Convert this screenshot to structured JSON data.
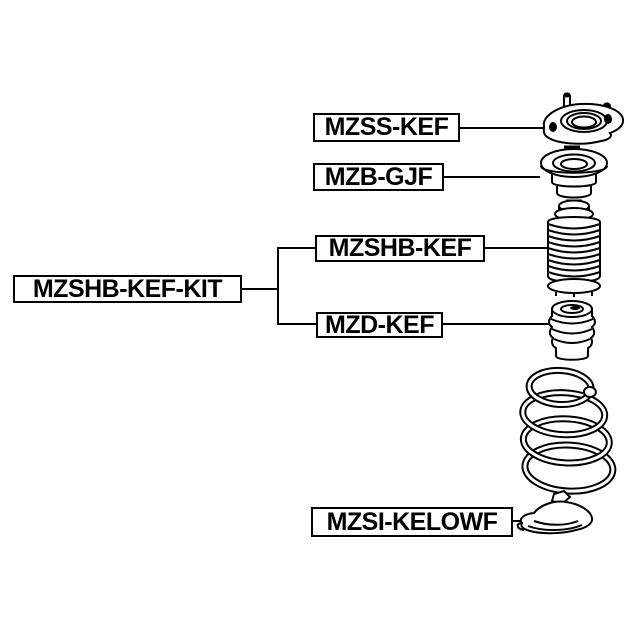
{
  "diagram": {
    "type": "suspension-parts-exploded-diagram",
    "background_color": "#ffffff",
    "line_color": "#000000",
    "text_color": "#000000",
    "kit": {
      "code": "MZSHB-KEF-KIT"
    },
    "callouts": [
      {
        "code": "MZSS-KEF",
        "part": "strut-mount"
      },
      {
        "code": "MZB-GJF",
        "part": "strut-bearing"
      },
      {
        "code": "MZSHB-KEF",
        "part": "shock-absorber-boot"
      },
      {
        "code": "MZD-KEF",
        "part": "bump-stop"
      },
      {
        "code": "MZSI-KELOWF",
        "part": "lower-spring-seat"
      }
    ],
    "unlabeled_parts": [
      "coil-spring"
    ]
  }
}
